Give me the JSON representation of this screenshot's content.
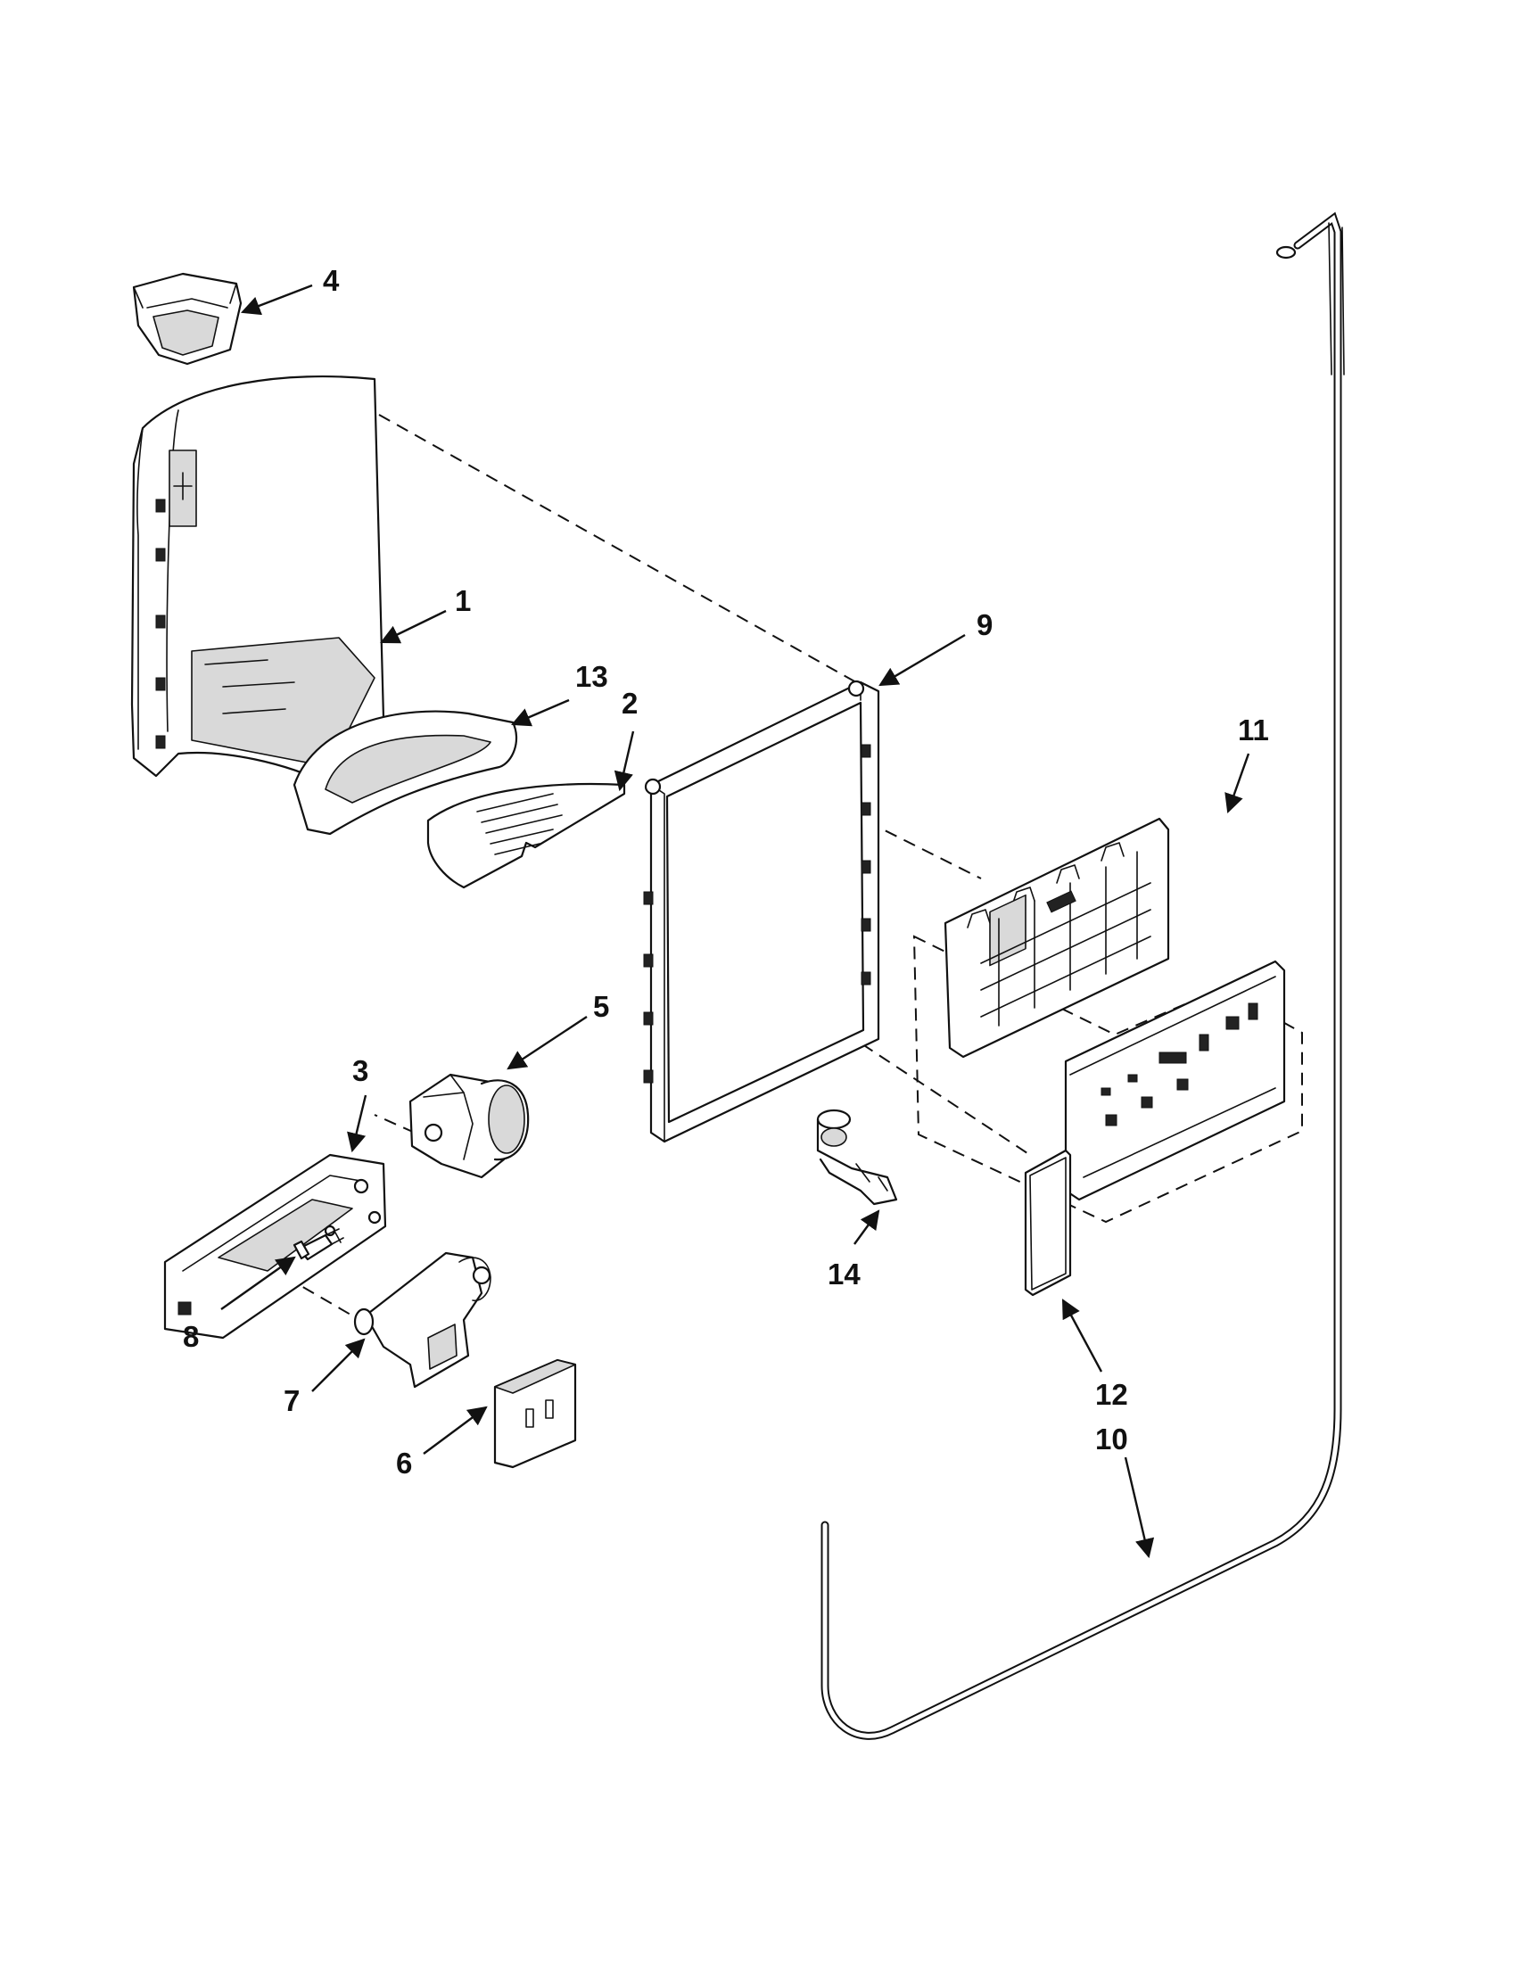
{
  "callouts": [
    {
      "id": "part-1",
      "label": "1"
    },
    {
      "id": "part-2",
      "label": "2"
    },
    {
      "id": "part-3",
      "label": "3"
    },
    {
      "id": "part-4",
      "label": "4"
    },
    {
      "id": "part-5",
      "label": "5"
    },
    {
      "id": "part-6",
      "label": "6"
    },
    {
      "id": "part-7",
      "label": "7"
    },
    {
      "id": "part-8",
      "label": "8"
    },
    {
      "id": "part-9",
      "label": "9"
    },
    {
      "id": "part-10",
      "label": "10"
    },
    {
      "id": "part-11",
      "label": "11"
    },
    {
      "id": "part-12",
      "label": "12"
    },
    {
      "id": "part-13",
      "label": "13"
    },
    {
      "id": "part-14",
      "label": "14"
    }
  ],
  "colors": {
    "line": "#111111",
    "background": "#ffffff",
    "shade": "#d9d9d9"
  }
}
